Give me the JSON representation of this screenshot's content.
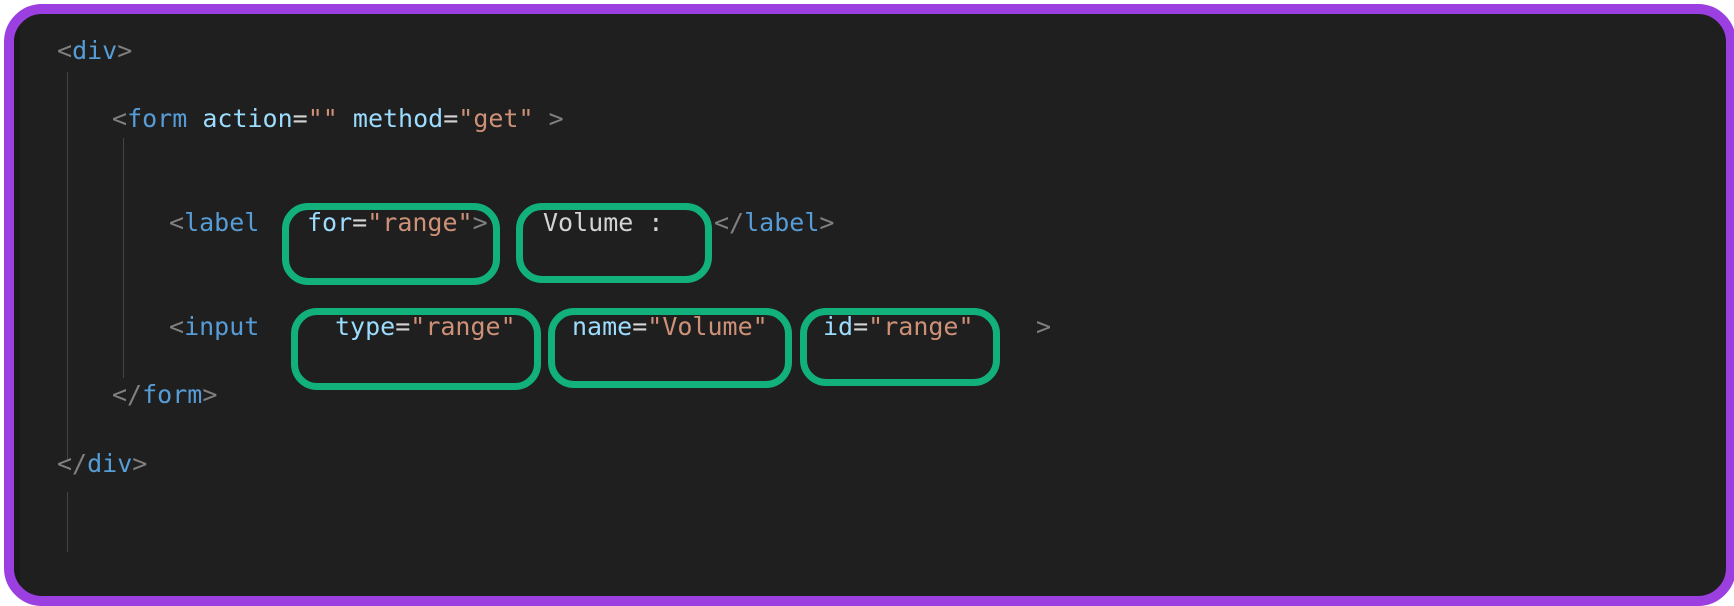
{
  "highlight_color": "#12b07a",
  "frame_color": "#9b3fe0",
  "editor_background": "#1f1f1f",
  "token_colors": {
    "tag": "#569cd6",
    "attribute": "#9cdcfe",
    "string": "#ce9178",
    "punctuation": "#808080",
    "text": "#d4d4d4"
  },
  "code": {
    "div_open": {
      "lt": "<",
      "tag": "div",
      "gt": ">"
    },
    "form_open": {
      "lt": "<",
      "tag": "form",
      "attr1_name": "action",
      "attr1_eq": "=",
      "attr1_value": "\"\"",
      "attr2_name": "method",
      "attr2_eq": "=",
      "attr2_value": "\"get\"",
      "gt": ">"
    },
    "label_line": {
      "lt": "<",
      "tag": "label",
      "for_name": "for",
      "for_eq": "=",
      "for_value": "\"range\"",
      "for_gt": ">",
      "text": "Volume :",
      "close_lt": "</",
      "close_tag": "label",
      "close_gt": ">"
    },
    "input_line": {
      "lt": "<",
      "tag": "input",
      "type_name": "type",
      "type_eq": "=",
      "type_value": "\"range\"",
      "name_name": "name",
      "name_eq": "=",
      "name_value": "\"Volume\"",
      "id_name": "id",
      "id_eq": "=",
      "id_value": "\"range\"",
      "gt": ">"
    },
    "form_close": {
      "lt": "</",
      "tag": "form",
      "gt": ">"
    },
    "div_close": {
      "lt": "</",
      "tag": "div",
      "gt": ">"
    }
  }
}
